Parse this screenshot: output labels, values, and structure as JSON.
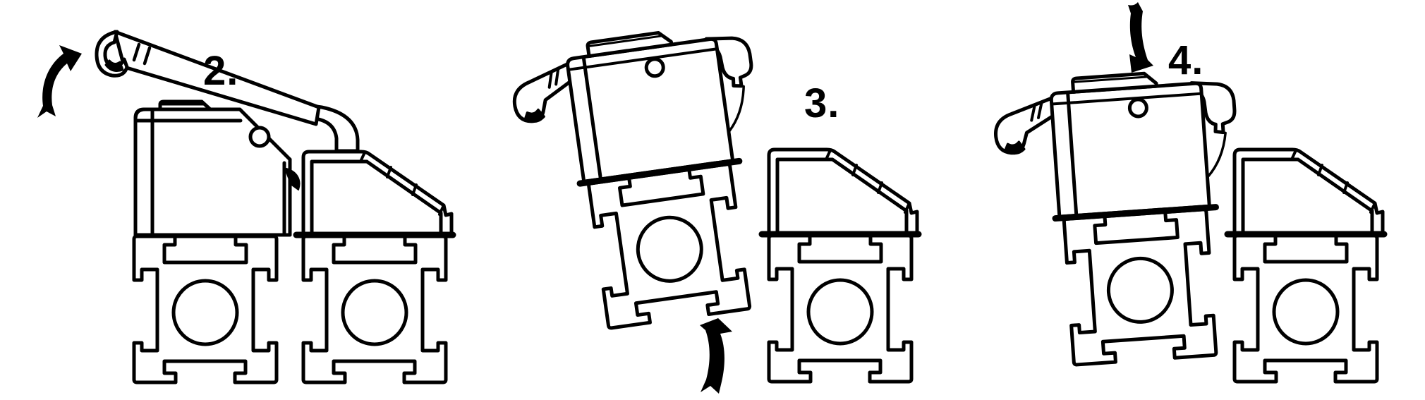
{
  "colors": {
    "line": "#000000",
    "background": "#ffffff"
  },
  "panels": [
    {
      "step_label": "2.",
      "arrow_icon": "curved-arrow-up-icon"
    },
    {
      "step_label": "3.",
      "arrow_icon": "curved-arrow-up-icon"
    },
    {
      "step_label": "4.",
      "arrow_icon": "curved-arrow-down-icon"
    }
  ]
}
